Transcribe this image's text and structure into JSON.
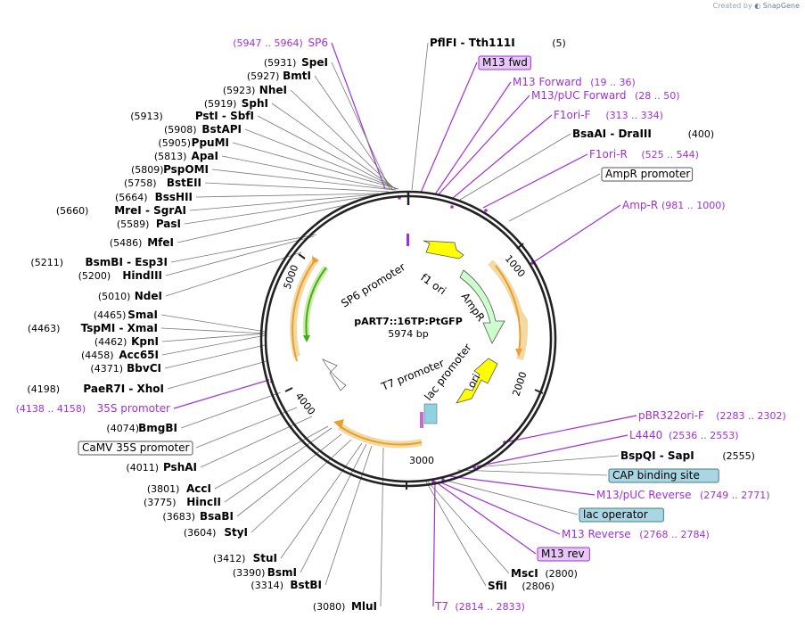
{
  "watermark": {
    "prefix": "Created by",
    "brand": "SnapGene"
  },
  "plasmid": {
    "name": "pART7::16TP:PtGFP",
    "length_text": "5974 bp",
    "length": 5974
  },
  "ticks": [
    "1000",
    "2000",
    "3000",
    "4000",
    "5000"
  ],
  "features": [
    {
      "id": "f1-ori",
      "label": "f1 ori",
      "color": "#ffff00"
    },
    {
      "id": "ampr",
      "label": "AmpR",
      "color": "#ccffcc"
    },
    {
      "id": "ori",
      "label": "ori",
      "color": "#ffff00"
    },
    {
      "id": "sp6-promoter",
      "label": "SP6 promoter"
    },
    {
      "id": "t7-promoter",
      "label": "T7 promoter"
    },
    {
      "id": "lac-promoter",
      "label": "lac promoter"
    }
  ],
  "colors": {
    "primer": "#a030d8",
    "orf": "#e8a030",
    "gfp": "#44aa22",
    "misc": "#333333"
  },
  "sites_left": [
    {
      "pos": "(5947 .. 5964)",
      "name": "SP6",
      "kind": "primer"
    },
    {
      "pos": "(5931)",
      "name": "SpeI"
    },
    {
      "pos": "(5927)",
      "name": "BmtI"
    },
    {
      "pos": "(5923)",
      "name": "NheI"
    },
    {
      "pos": "(5919)",
      "name": "SphI"
    },
    {
      "pos": "(5913)",
      "name": "PstI  -  SbfI"
    },
    {
      "pos": "(5908)",
      "name": "BstAPI"
    },
    {
      "pos": "(5905)",
      "name": "PpuMI"
    },
    {
      "pos": "(5813)",
      "name": "ApaI"
    },
    {
      "pos": "(5809)",
      "name": "PspOMI"
    },
    {
      "pos": "(5758)",
      "name": "BstEII"
    },
    {
      "pos": "(5664)",
      "name": "BssHII"
    },
    {
      "pos": "(5660)",
      "name": "MreI  -  SgrAI"
    },
    {
      "pos": "(5589)",
      "name": "PasI"
    },
    {
      "pos": "(5486)",
      "name": "MfeI"
    },
    {
      "pos": "(5211)",
      "name": "BsmBI  -  Esp3I"
    },
    {
      "pos": "(5200)",
      "name": "HindIII"
    },
    {
      "pos": "(5010)",
      "name": "NdeI"
    },
    {
      "pos": "(4465)",
      "name": "SmaI"
    },
    {
      "pos": "(4463)",
      "name": "TspMI  -  XmaI"
    },
    {
      "pos": "(4462)",
      "name": "KpnI"
    },
    {
      "pos": "(4458)",
      "name": "Acc65I"
    },
    {
      "pos": "(4371)",
      "name": "BbvCI"
    },
    {
      "pos": "(4198)",
      "name": "PaeR7I  -  XhoI"
    },
    {
      "pos": "(4138 .. 4158)",
      "name": "35S promoter",
      "kind": "primer"
    },
    {
      "pos": "(4074)",
      "name": "BmgBI"
    },
    {
      "pos": "",
      "name": "CaMV 35S promoter",
      "kind": "box"
    },
    {
      "pos": "(4011)",
      "name": "PshAI"
    },
    {
      "pos": "(3801)",
      "name": "AccI"
    },
    {
      "pos": "(3775)",
      "name": "HincII"
    },
    {
      "pos": "(3683)",
      "name": "BsaBI"
    },
    {
      "pos": "(3604)",
      "name": "StyI"
    },
    {
      "pos": "(3412)",
      "name": "StuI"
    },
    {
      "pos": "(3390)",
      "name": "BsmI"
    },
    {
      "pos": "(3314)",
      "name": "BstBI"
    },
    {
      "pos": "(3080)",
      "name": "MluI"
    }
  ],
  "sites_right": [
    {
      "name": "PflFI  -  Tth111I",
      "pos": "(5)"
    },
    {
      "name": "M13 fwd",
      "pos": "",
      "kind": "pbox"
    },
    {
      "name": "M13 Forward",
      "pos": "(19 .. 36)",
      "kind": "primer"
    },
    {
      "name": "M13/pUC Forward",
      "pos": "(28 .. 50)",
      "kind": "primer"
    },
    {
      "name": "F1ori-F",
      "pos": "(313 .. 334)",
      "kind": "primer"
    },
    {
      "name": "BsaAI  -  DraIII",
      "pos": "(400)"
    },
    {
      "name": "F1ori-R",
      "pos": "(525 .. 544)",
      "kind": "primer"
    },
    {
      "name": "AmpR promoter",
      "pos": "",
      "kind": "box"
    },
    {
      "name": "Amp-R",
      "pos": "(981 .. 1000)",
      "kind": "primer"
    },
    {
      "name": "pBR322ori-F",
      "pos": "(2283 .. 2302)",
      "kind": "primer"
    },
    {
      "name": "L4440",
      "pos": "(2536 .. 2553)",
      "kind": "primer"
    },
    {
      "name": "BspQI  -  SapI",
      "pos": "(2555)"
    },
    {
      "name": "CAP binding site",
      "pos": "",
      "kind": "bbox"
    },
    {
      "name": "M13/pUC Reverse",
      "pos": "(2749 .. 2771)",
      "kind": "primer"
    },
    {
      "name": "lac operator",
      "pos": "",
      "kind": "bbox"
    },
    {
      "name": "M13 Reverse",
      "pos": "(2768 .. 2784)",
      "kind": "primer"
    },
    {
      "name": "M13 rev",
      "pos": "",
      "kind": "pbox"
    },
    {
      "name": "MscI",
      "pos": "(2800)"
    },
    {
      "name": "SfiI",
      "pos": "(2806)"
    },
    {
      "name": "T7",
      "pos": "(2814 .. 2833)",
      "kind": "primer"
    }
  ]
}
